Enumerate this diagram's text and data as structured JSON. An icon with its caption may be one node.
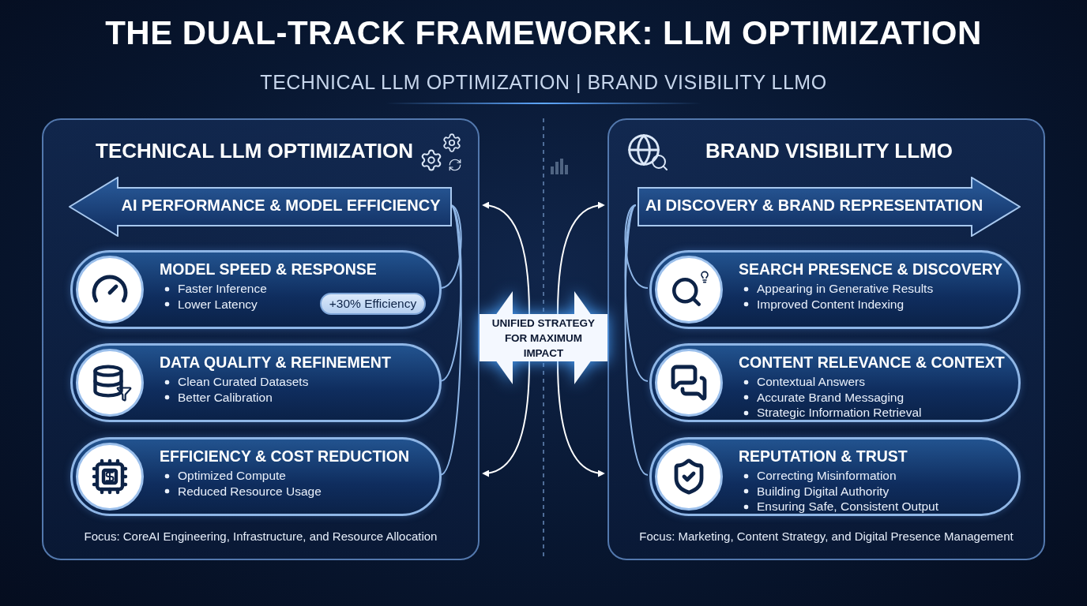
{
  "diagram": {
    "title": "THE DUAL-TRACK FRAMEWORK: LLM OPTIMIZATION",
    "caption": "TECHNICAL LLM OPTIMIZATION | BRAND VISIBILITY LLMO",
    "nodes": [
      {
        "text": [
          "TECHNICAL LLM OPTIMIZATION",
          "Focus: CoreAI Engineering, Infrastructure, and Resource Allocation"
        ]
      },
      {
        "text": [
          "AI PERFORMANCE & MODEL EFFICIENCY"
        ],
        "in": 0
      },
      {
        "text": [
          "MODEL SPEED & RESPONSE",
          "Faster Inference",
          "Lower Latency"
        ],
        "in": 0
      },
      {
        "text": [
          "+30% Efficiency"
        ],
        "in": 2
      },
      {
        "text": [
          "DATA QUALITY & REFINEMENT",
          "Clean Curated Datasets",
          "Better Calibration"
        ],
        "in": 0
      },
      {
        "text": [
          "EFFICIENCY & COST REDUCTION",
          "Optimized Compute",
          "Reduced Resource Usage"
        ],
        "in": 0
      },
      {
        "text": [
          "BRAND VISIBILITY LLMO",
          "Focus: Marketing, Content Strategy, and Digital Presence Management"
        ]
      },
      {
        "text": [
          "AI DISCOVERY & BRAND REPRESENTATION"
        ],
        "in": 6
      },
      {
        "text": [
          "SEARCH PRESENCE & DISCOVERY",
          "Appearing in Generative Results",
          "Improved Content Indexing"
        ],
        "in": 6
      },
      {
        "text": [
          "CONTENT RELEVANCE & CONTEXT",
          "Contextual Answers",
          "Accurate Brand Messaging",
          "Strategic Information Retrieval"
        ],
        "in": 6
      },
      {
        "text": [
          "REPUTATION & TRUST",
          "Correcting Misinformation",
          "Building Digital Authority",
          "Ensuring Safe, Consistent Output"
        ],
        "in": 6
      }
    ],
    "edges": [
      {
        "from": 1,
        "to": 2,
        "arrow": "none"
      },
      {
        "from": 1,
        "to": 4,
        "arrow": "none"
      },
      {
        "from": 1,
        "to": 5,
        "arrow": "none"
      },
      {
        "from": 7,
        "to": 8,
        "arrow": "none"
      },
      {
        "from": 7,
        "to": 9,
        "arrow": "none"
      },
      {
        "from": 7,
        "to": 10,
        "arrow": "none"
      },
      {
        "from": null,
        "to": 0,
        "arrow": "to",
        "color": "#ffffff"
      },
      {
        "from": null,
        "to": 6,
        "arrow": "to",
        "color": "#ffffff"
      },
      {
        "from": null,
        "to": 0,
        "arrow": "to",
        "color": "#ffffff"
      },
      {
        "from": null,
        "to": 6,
        "arrow": "to",
        "color": "#ffffff"
      },
      {
        "from": 0,
        "to": 6,
        "arrow": "both",
        "style": "thick",
        "color": "#f4f8ff",
        "label": "UNIFIED STRATEGY FOR MAXIMUM IMPACT"
      }
    ]
  }
}
